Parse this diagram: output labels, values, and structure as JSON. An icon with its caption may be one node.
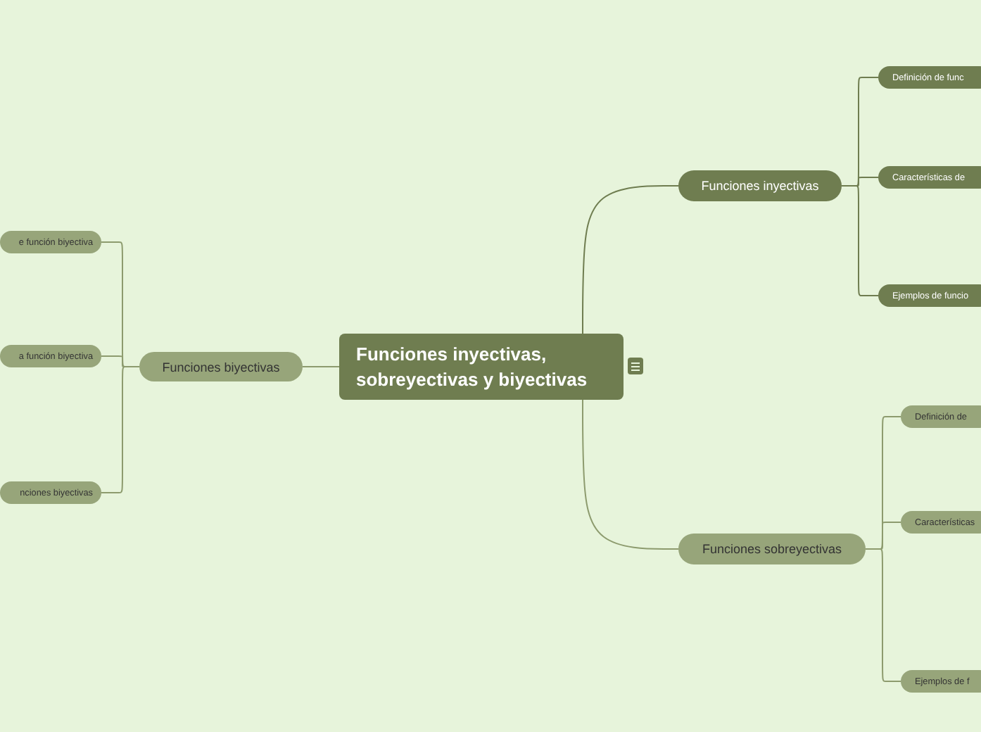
{
  "diagram": {
    "nodes": [
      {
        "text": [
          "Funciones inyectivas, sobreyectivas y biyectivas"
        ]
      },
      {
        "text": [
          "Funciones inyectivas"
        ]
      },
      {
        "text": [
          "Definición de func"
        ]
      },
      {
        "text": [
          "Características de"
        ]
      },
      {
        "text": [
          "Ejemplos de funcio"
        ]
      },
      {
        "text": [
          "Funciones sobreyectivas"
        ]
      },
      {
        "text": [
          "Definición de"
        ]
      },
      {
        "text": [
          "Características"
        ]
      },
      {
        "text": [
          "Ejemplos de f"
        ]
      },
      {
        "text": [
          "Funciones biyectivas"
        ]
      },
      {
        "text": [
          "e función biyectiva"
        ]
      },
      {
        "text": [
          "a función biyectiva"
        ]
      },
      {
        "text": [
          "nciones biyectivas"
        ]
      }
    ],
    "edges": [
      {
        "from": 0,
        "to": 1,
        "arrow": "none"
      },
      {
        "from": 1,
        "to": 2,
        "arrow": "none"
      },
      {
        "from": 1,
        "to": 3,
        "arrow": "none"
      },
      {
        "from": 1,
        "to": 4,
        "arrow": "none"
      },
      {
        "from": 0,
        "to": 5,
        "arrow": "none"
      },
      {
        "from": 5,
        "to": 6,
        "arrow": "none"
      },
      {
        "from": 5,
        "to": 7,
        "arrow": "none"
      },
      {
        "from": 5,
        "to": 8,
        "arrow": "none"
      },
      {
        "from": 0,
        "to": 9,
        "arrow": "none"
      },
      {
        "from": 9,
        "to": 10,
        "arrow": "none"
      },
      {
        "from": 9,
        "to": 11,
        "arrow": "none"
      },
      {
        "from": 9,
        "to": 12,
        "arrow": "none"
      }
    ]
  }
}
